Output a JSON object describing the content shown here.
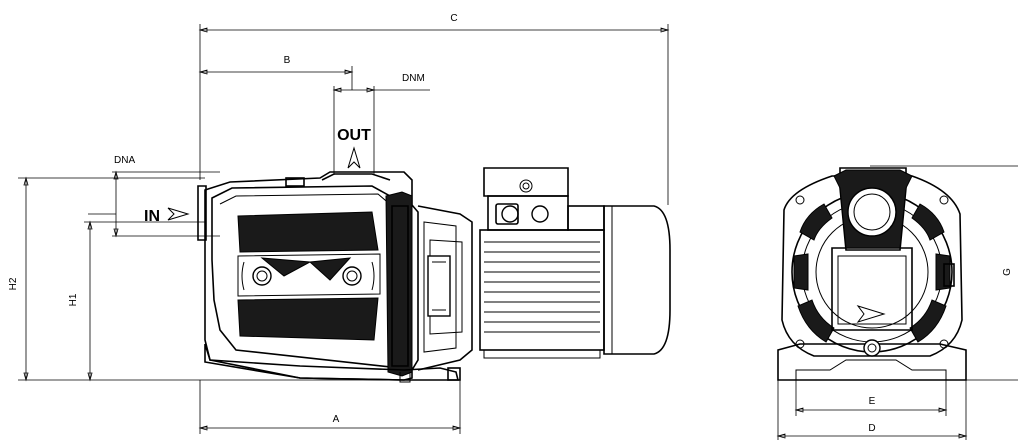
{
  "labels": {
    "A": "A",
    "B": "B",
    "C": "C",
    "D": "D",
    "E": "E",
    "G": "G",
    "H1": "H1",
    "H2": "H2",
    "DNA": "DNA",
    "DNM": "DNM",
    "inlet": "IN",
    "outlet": "OUT"
  }
}
